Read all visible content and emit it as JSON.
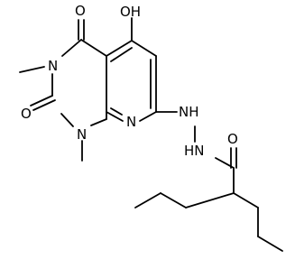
{
  "molecule": {
    "atoms": {
      "hydroxyl": "OH",
      "carbonyl_o4": "O",
      "carbonyl_o2": "O",
      "n3": "N",
      "n1": "N",
      "n8": "N",
      "hydrazine_nh1": "NH",
      "hydrazine_nh2": "HN",
      "amide_o": "O"
    }
  }
}
